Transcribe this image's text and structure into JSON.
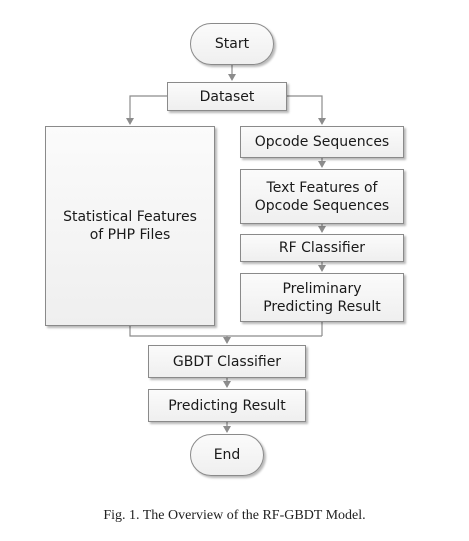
{
  "diagram": {
    "nodes": {
      "start": "Start",
      "dataset": "Dataset",
      "statistical": "Statistical  Features\nof  PHP Files",
      "opcode_sequences": "Opcode Sequences",
      "text_features": "Text Features of\nOpcode Sequences",
      "rf_classifier": "RF Classifier",
      "preliminary": "Preliminary\nPredicting  Result",
      "gbdt_classifier": "GBDT Classifier",
      "predicting_result": "Predicting Result",
      "end": "End"
    },
    "caption": "Fig. 1.  The Overview of the RF-GBDT Model.",
    "colors": {
      "line": "#8c8c8c",
      "border": "#8a8a8a",
      "fill": "#f3f3f3"
    }
  }
}
